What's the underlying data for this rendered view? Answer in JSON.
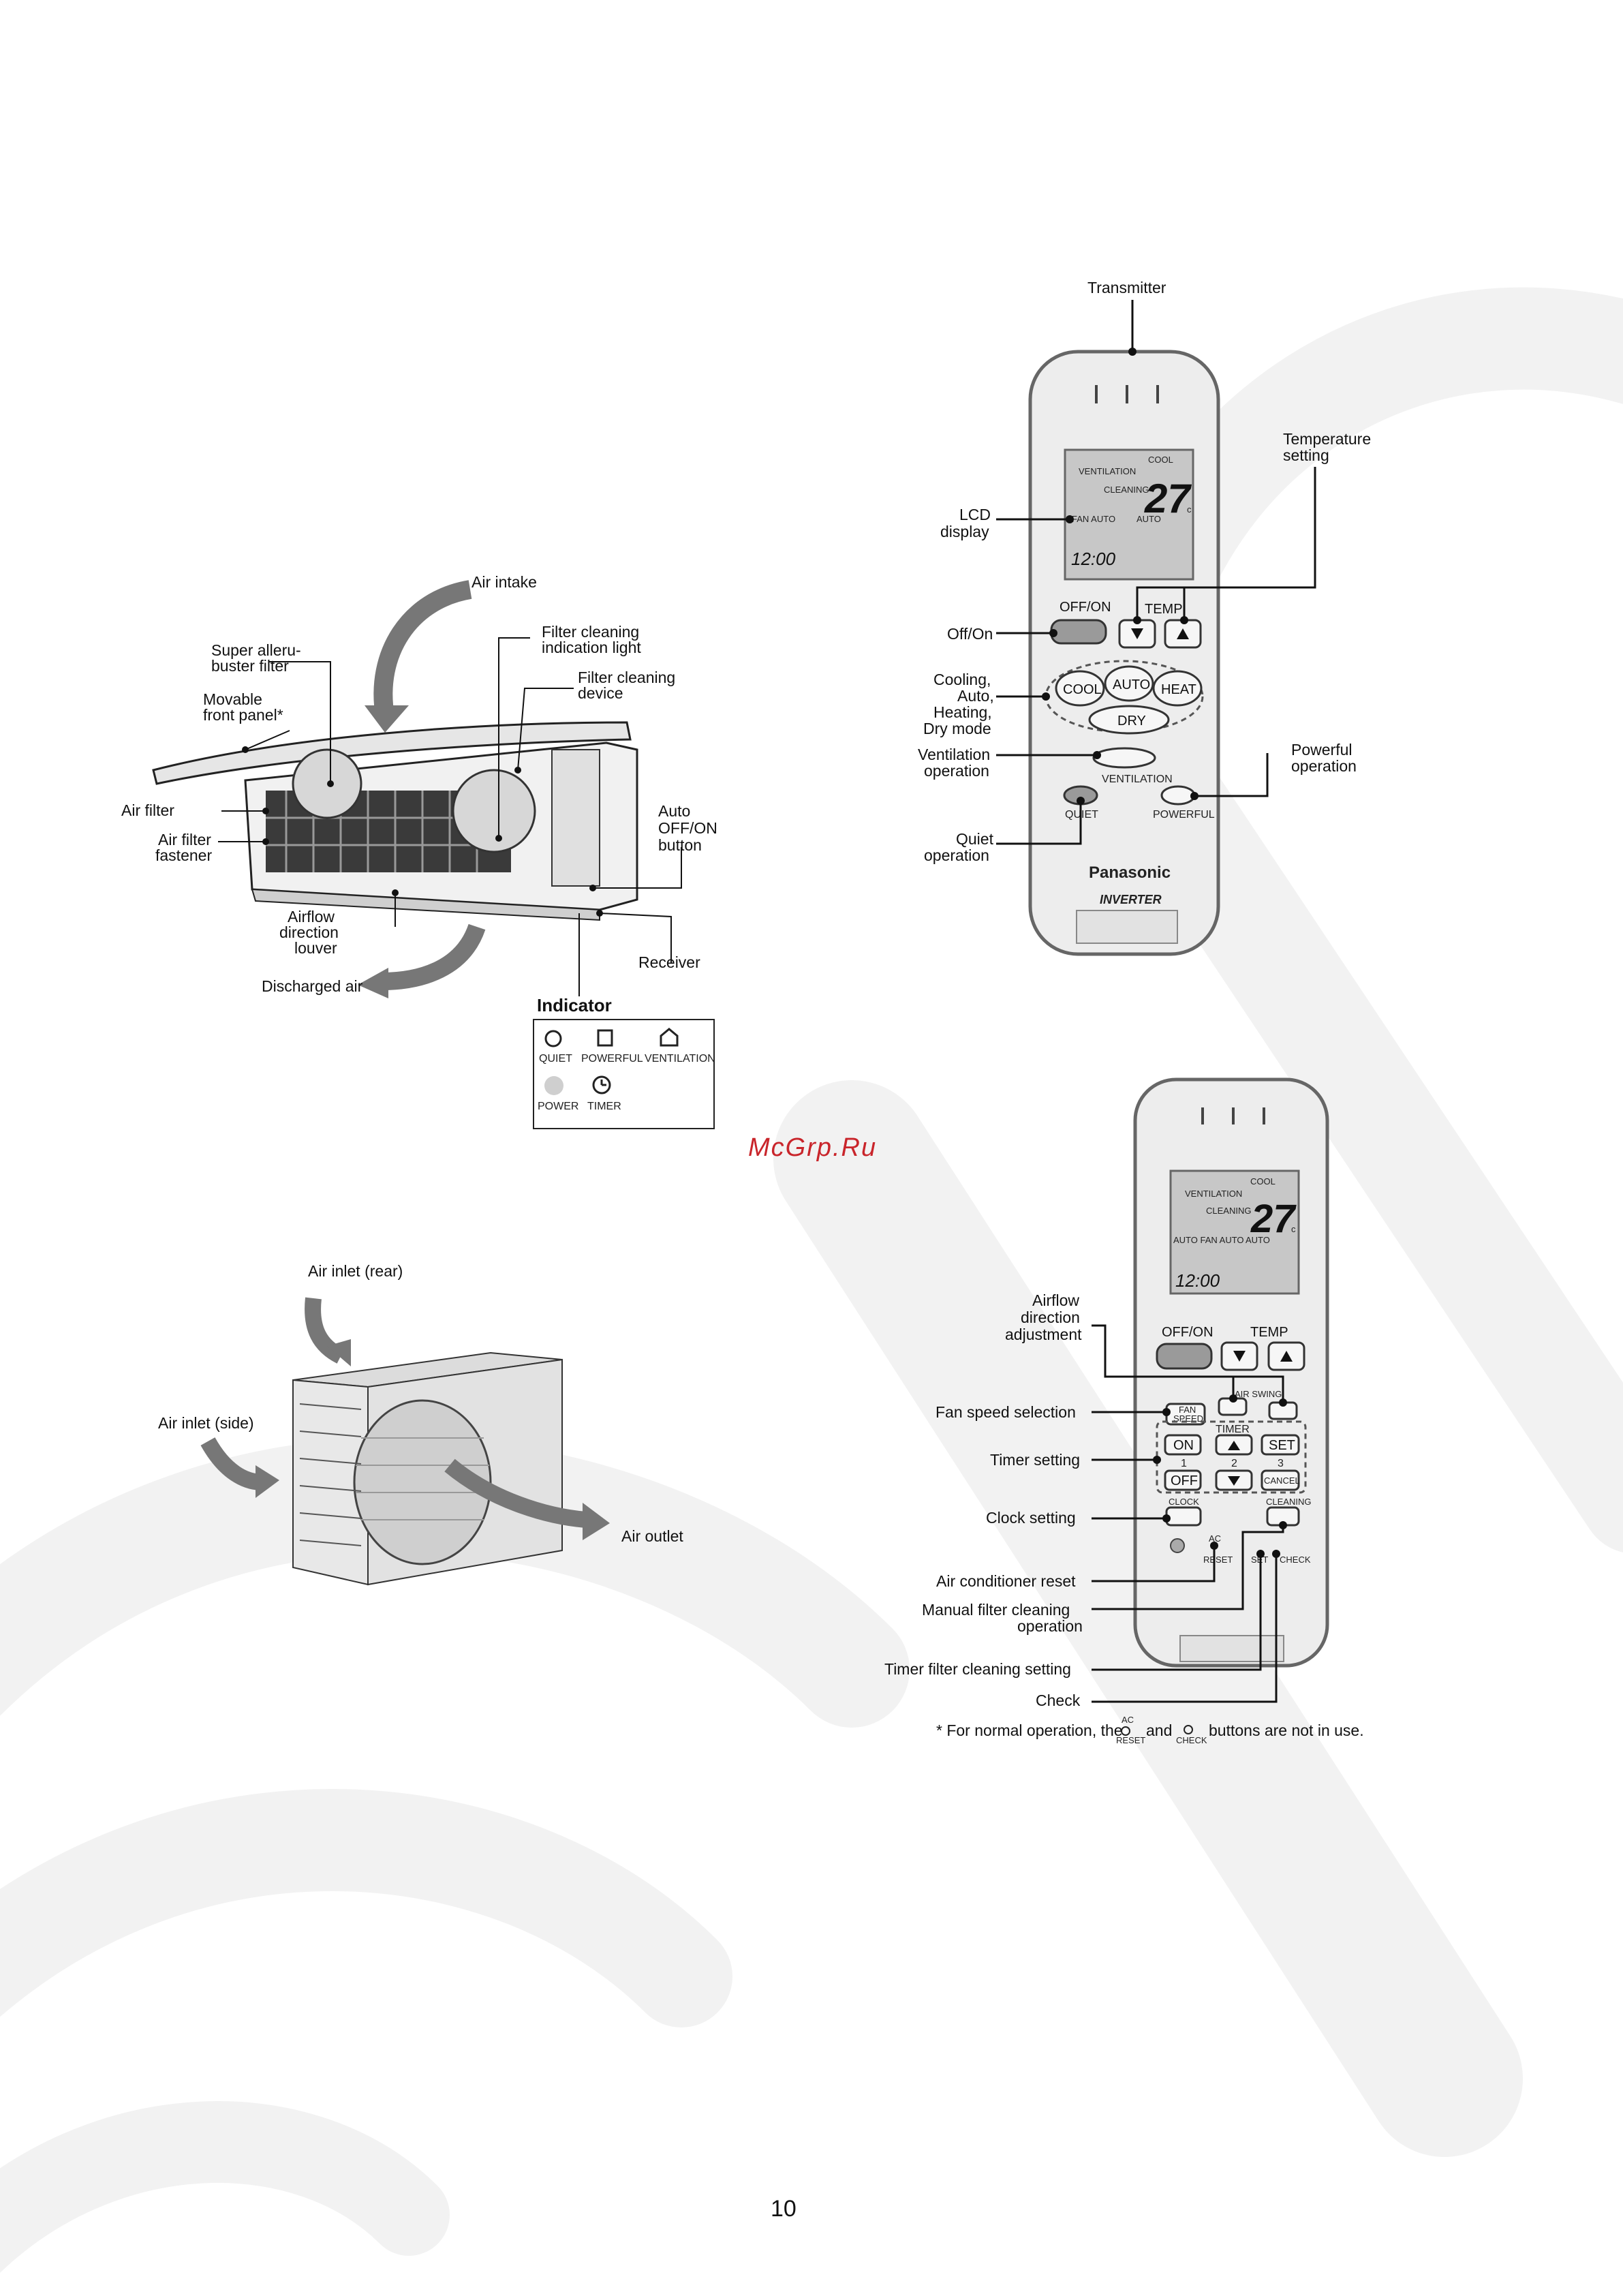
{
  "watermark": "McGrp.Ru",
  "page_number": "10",
  "indoor_unit": {
    "labels": {
      "air_intake": "Air intake",
      "super_alleru_1": "Super alleru-",
      "super_alleru_2": "buster filter",
      "movable_1": "Movable",
      "movable_2": "front panel*",
      "filter_light_1": "Filter cleaning",
      "filter_light_2": "indication light",
      "filter_device_1": "Filter cleaning",
      "filter_device_2": "device",
      "air_filter": "Air filter",
      "fastener_1": "Air filter",
      "fastener_2": "fastener",
      "auto_1": "Auto",
      "auto_2": "OFF/ON",
      "auto_3": "button",
      "louver_1": "Airflow",
      "louver_2": "direction",
      "louver_3": "louver",
      "receiver": "Receiver",
      "discharged": "Discharged air"
    },
    "indicator": {
      "title": "Indicator",
      "items": [
        "QUIET",
        "POWERFUL",
        "VENTILATION",
        "POWER",
        "TIMER"
      ]
    }
  },
  "outdoor_unit": {
    "labels": {
      "inlet_rear": "Air inlet (rear)",
      "inlet_side": "Air inlet (side)",
      "outlet": "Air outlet"
    }
  },
  "remote_top": {
    "labels": {
      "transmitter": "Transmitter",
      "temp_1": "Temperature",
      "temp_2": "setting",
      "lcd_1": "LCD",
      "lcd_2": "display",
      "offon": "Off/On",
      "mode_1": "Cooling,",
      "mode_2": "Auto,",
      "mode_3": "Heating,",
      "mode_4": "Dry mode",
      "vent_1": "Ventilation",
      "vent_2": "operation",
      "quiet_1": "Quiet",
      "quiet_2": "operation",
      "powerful_1": "Powerful",
      "powerful_2": "operation"
    },
    "lcd": {
      "mode": "COOL",
      "ventilation": "VENTILATION",
      "cleaning": "CLEANING",
      "temp": "27",
      "unit": "c",
      "fan": "FAN  AUTO",
      "auto": "AUTO",
      "clock": "12:00"
    },
    "buttons": {
      "offon": "OFF/ON",
      "temp": "TEMP",
      "cool": "COOL",
      "auto": "AUTO",
      "heat": "HEAT",
      "dry": "DRY",
      "ventilation": "VENTILATION",
      "quiet": "QUIET",
      "powerful": "POWERFUL"
    },
    "brand": "Panasonic",
    "sub_brand": "INVERTER"
  },
  "remote_bottom": {
    "labels": {
      "airflow_1": "Airflow",
      "airflow_2": "direction",
      "airflow_3": "adjustment",
      "fan_speed": "Fan speed selection",
      "timer": "Timer setting",
      "clock": "Clock setting",
      "ac_reset": "Air conditioner reset",
      "manual_1": "Manual filter cleaning",
      "manual_2": "operation",
      "timer_filter": "Timer filter cleaning setting",
      "check": "Check"
    },
    "lcd": {
      "mode": "COOL",
      "ventilation": "VENTILATION",
      "cleaning": "CLEANING",
      "temp": "27",
      "unit": "c",
      "fan": "AUTO FAN  AUTO",
      "auto": "AUTO",
      "clock": "12:00"
    },
    "buttons": {
      "offon": "OFF/ON",
      "temp": "TEMP",
      "air_swing": "AIR SWING",
      "fan_speed_1": "FAN",
      "fan_speed_2": "SPEED",
      "timer": "TIMER",
      "on": "ON",
      "set": "SET",
      "off": "OFF",
      "cancel": "CANCEL",
      "n1": "1",
      "n2": "2",
      "n3": "3",
      "clock": "CLOCK",
      "cleaning": "CLEANING",
      "ac": "AC",
      "reset": "RESET",
      "set2": "SET",
      "check": "CHECK"
    },
    "footnote_1": "* For normal operation, the",
    "footnote_2": "and",
    "footnote_3": "buttons are not in use.",
    "footnote_ac": "AC",
    "footnote_reset": "RESET",
    "footnote_check": "CHECK"
  }
}
